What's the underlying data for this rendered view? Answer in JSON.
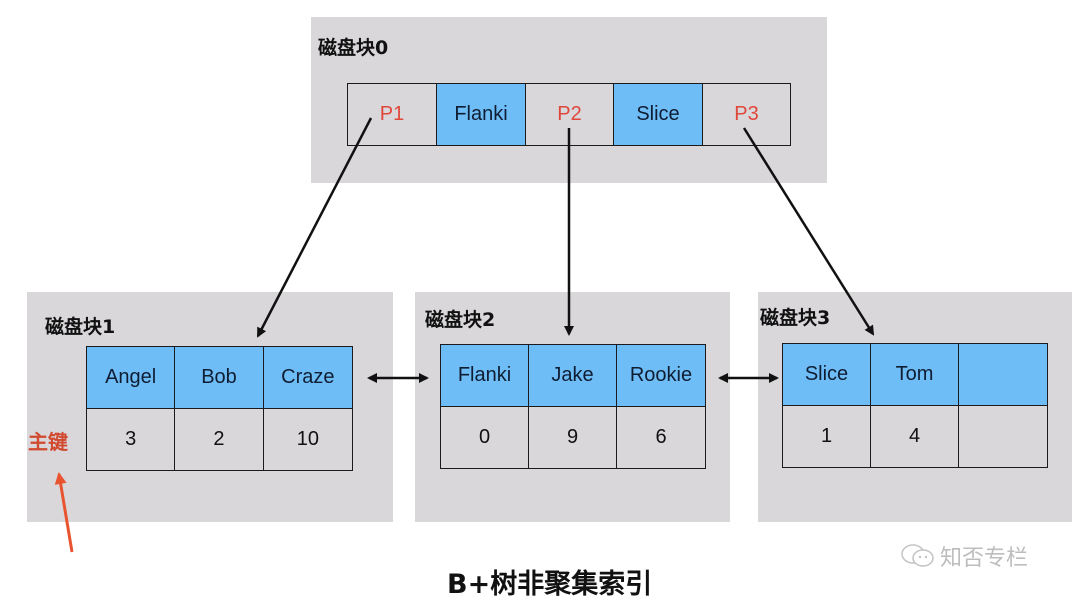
{
  "root": {
    "title": "磁盘块0",
    "cells": [
      {
        "text": "P1",
        "kind": "pointer"
      },
      {
        "text": "Flanki",
        "kind": "key"
      },
      {
        "text": "P2",
        "kind": "pointer"
      },
      {
        "text": "Slice",
        "kind": "key"
      },
      {
        "text": "P3",
        "kind": "pointer"
      }
    ]
  },
  "leaves": [
    {
      "title": "磁盘块1",
      "keys": [
        "Angel",
        "Bob",
        "Craze"
      ],
      "primary_keys": [
        "3",
        "2",
        "10"
      ]
    },
    {
      "title": "磁盘块2",
      "keys": [
        "Flanki",
        "Jake",
        "Rookie"
      ],
      "primary_keys": [
        "0",
        "9",
        "6"
      ]
    },
    {
      "title": "磁盘块3",
      "keys": [
        "Slice",
        "Tom",
        ""
      ],
      "primary_keys": [
        "1",
        "4",
        ""
      ]
    }
  ],
  "primary_key_label": "主键",
  "caption": "B+树非聚集索引",
  "watermark": {
    "text": "知否专栏",
    "icon": "wechat-icon"
  },
  "colors": {
    "block_bg": "#d9d7da",
    "key_cell": "#6fbdf6",
    "pointer_text": "#e0473b",
    "primary_key_label": "#d1492e",
    "annotation_arrow": "#e8542f"
  }
}
